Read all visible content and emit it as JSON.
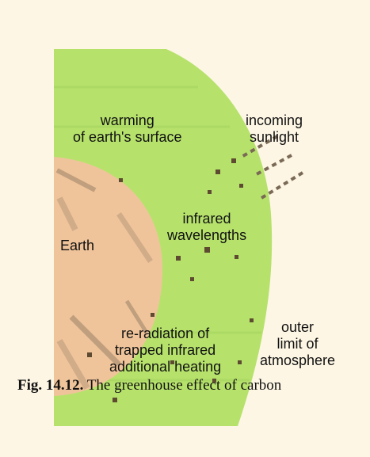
{
  "colors": {
    "background": "#fdf6e4",
    "atmosphere": "#b6e26c",
    "earth": "#f0c49a",
    "earth_shadow": "#b89a7c",
    "particles": "#5d4a30",
    "text": "#111111"
  },
  "labels": {
    "warming": [
      "warming",
      "of earth's surface"
    ],
    "incoming": [
      "incoming",
      "sunlight"
    ],
    "infrared": [
      "infrared",
      "wavelengths"
    ],
    "earth": "Earth",
    "reradiation": [
      "re-radiation of",
      "trapped infrared",
      "additional heating"
    ],
    "outer": [
      "outer",
      "limit of",
      "atmosphere"
    ]
  },
  "caption": {
    "number": "Fig. 14.12.",
    "text": "The greenhouse effect of carbon"
  }
}
